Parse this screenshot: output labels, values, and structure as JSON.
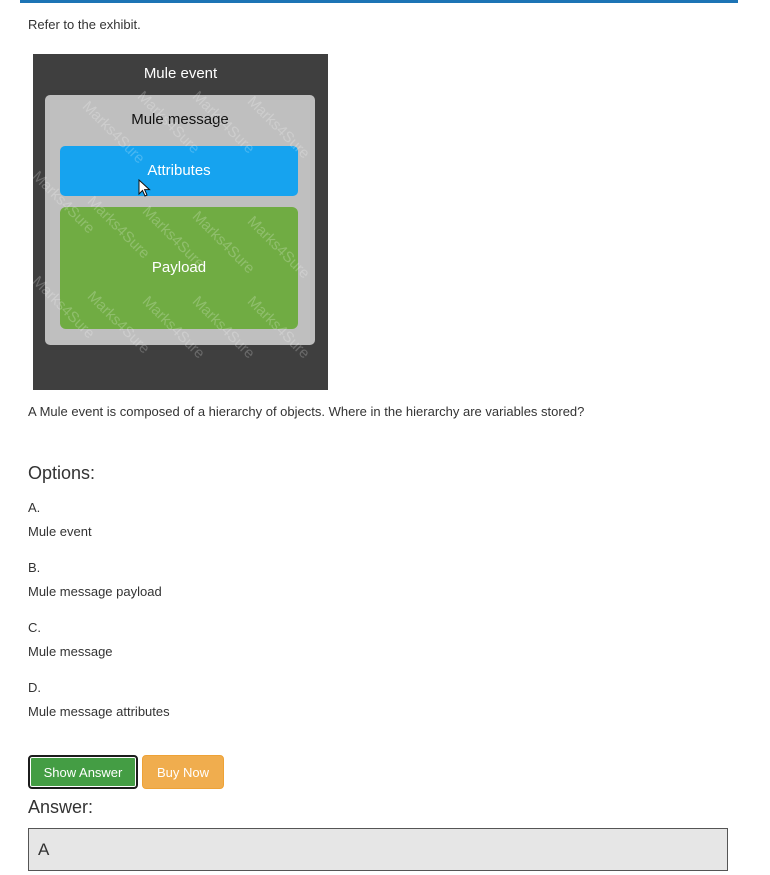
{
  "intro": "Refer to the exhibit.",
  "exhibit": {
    "event_label": "Mule event",
    "message_label": "Mule message",
    "attributes_label": "Attributes",
    "payload_label": "Payload",
    "watermark": "Marks4Sure",
    "colors": {
      "event_bg": "#3f3f3f",
      "message_bg": "#bfbfbf",
      "attributes_bg": "#16a3ef",
      "payload_bg": "#70ac43"
    }
  },
  "question": "A Mule event is composed of a hierarchy of objects. Where in the hierarchy are variables stored?",
  "options_heading": "Options:",
  "options": [
    {
      "letter": "A.",
      "text": "Mule event"
    },
    {
      "letter": "B.",
      "text": "Mule message payload"
    },
    {
      "letter": "C.",
      "text": "Mule message"
    },
    {
      "letter": "D.",
      "text": "Mule message attributes"
    }
  ],
  "buttons": {
    "show_answer": "Show Answer",
    "buy_now": "Buy Now"
  },
  "answer_heading": "Answer:",
  "answer": "A",
  "colors": {
    "accent": "#1d74b5",
    "show_answer": "#449d44",
    "buy_now": "#f0ad4e"
  }
}
